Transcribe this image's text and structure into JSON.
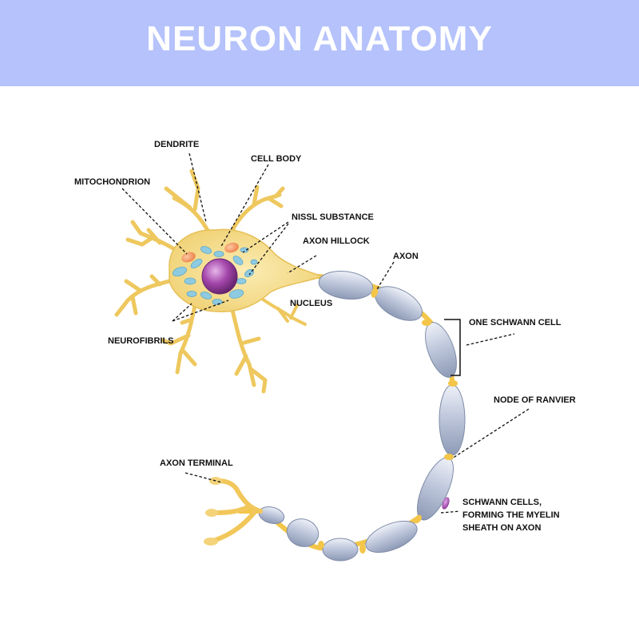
{
  "title": "NEURON ANATOMY",
  "colors": {
    "header_bg": "#b5c2fb",
    "title_text": "#ffffff",
    "cell_body": "#f3d77e",
    "cell_body_stroke": "#e2b94a",
    "nucleus": "#9b3fa0",
    "nissl": "#8fc9de",
    "mitochondrion": "#f19a5e",
    "myelin": "#b7c2d8",
    "node": "#f3c64a",
    "label_text": "#111111"
  },
  "labels": {
    "dendrite": "DENDRITE",
    "cell_body": "CELL BODY",
    "mitochondrion": "MITOCHONDRION",
    "nissl_substance": "NISSL SUBSTANCE",
    "axon_hillock": "AXON HILLOCK",
    "axon": "AXON",
    "nucleus": "NUCLEUS",
    "one_schwann_cell": "ONE SCHWANN CELL",
    "neurofibrils": "NEUROFIBRILS",
    "node_of_ranvier": "NODE OF RANVIER",
    "axon_terminal": "AXON TERMINAL",
    "schwann_cells": [
      "SCHWANN CELLS,",
      "FORMING THE MYELIN",
      "SHEATH ON AXON"
    ]
  }
}
